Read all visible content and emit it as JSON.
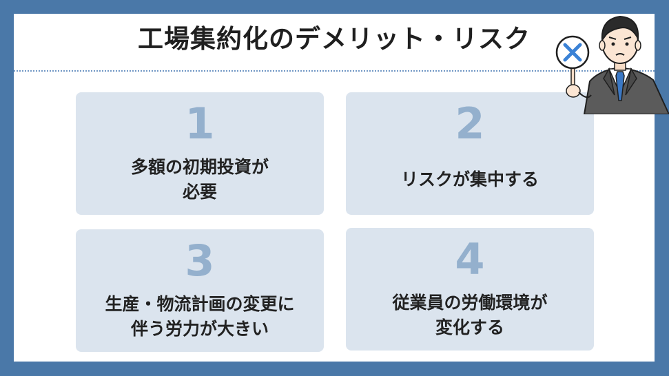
{
  "title": "工場集約化のデメリット・リスク",
  "cards": [
    {
      "number": "1",
      "text": "多額の初期投資が\n必要"
    },
    {
      "number": "2",
      "text": "リスクが集中する"
    },
    {
      "number": "3",
      "text": "生産・物流計画の変更に\n伴う労力が大きい"
    },
    {
      "number": "4",
      "text": "従業員の労働環境が\n変化する"
    }
  ],
  "colors": {
    "border": "#4a78a8",
    "card": "#dbe4ee",
    "number": "#94b0cd",
    "divider": "#6f96c4"
  },
  "illustration": {
    "icon": "businessman-holding-x-sign-icon"
  }
}
